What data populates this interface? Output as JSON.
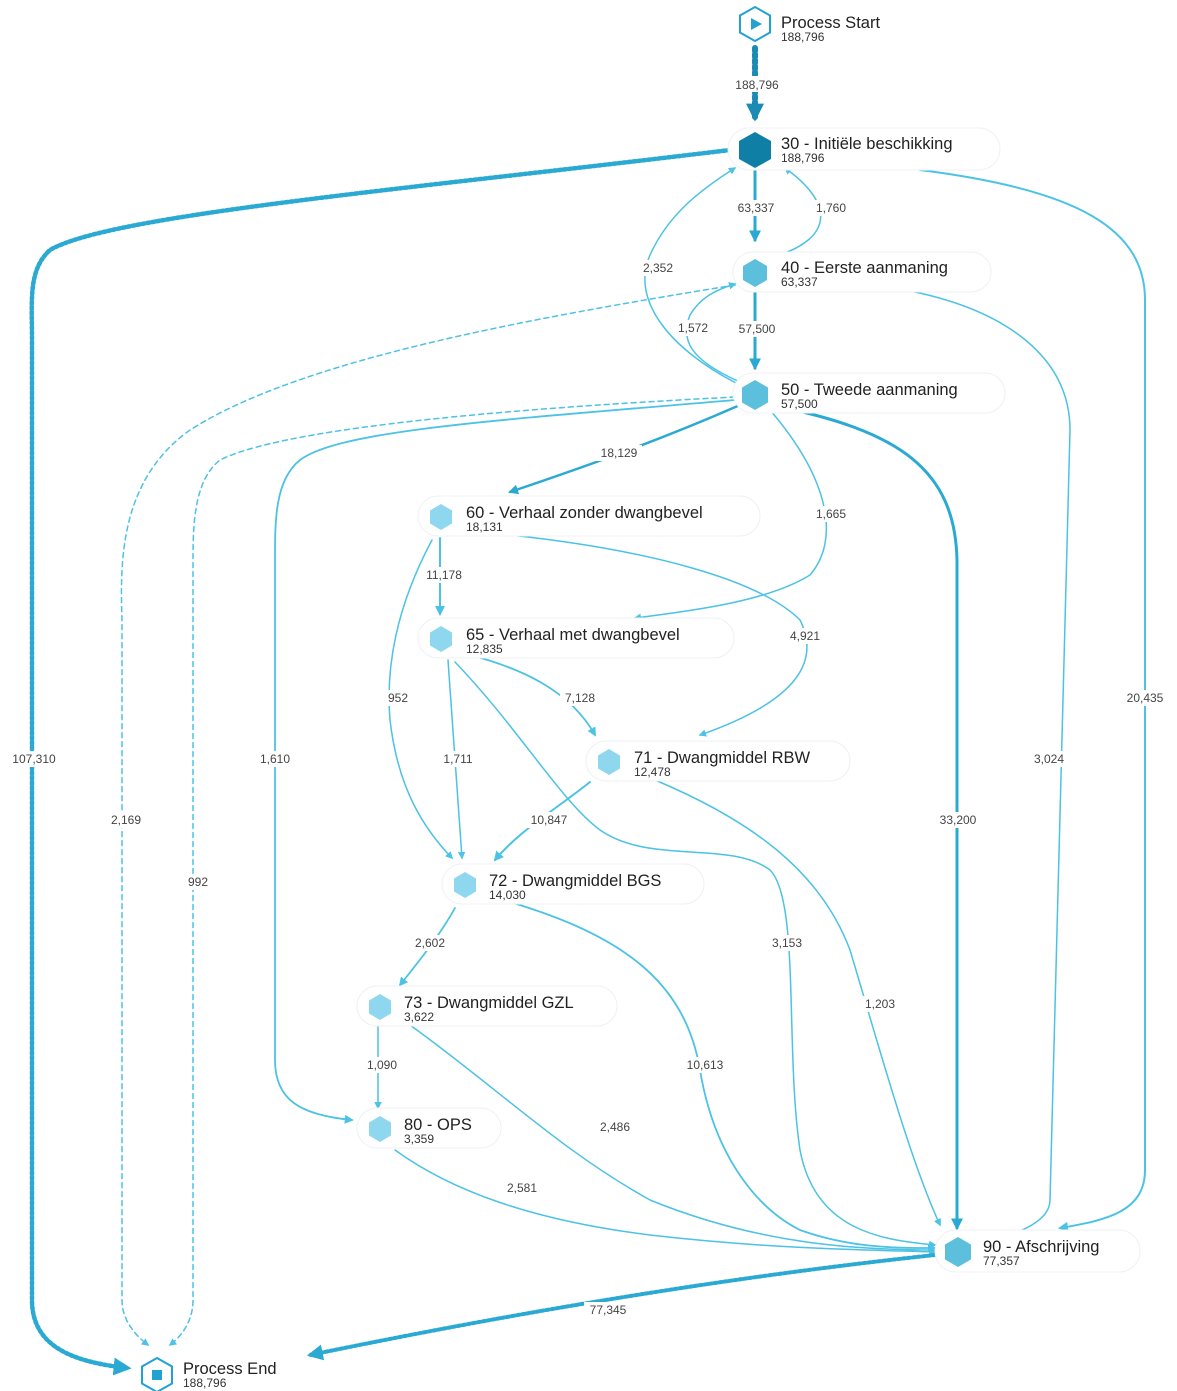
{
  "diagram_type": "process-map",
  "colors": {
    "edge": "#4cc2e4",
    "edge_strong": "#2aa9d3",
    "edge_start": "#1b8ab4",
    "node_dark": "#0f7fa6",
    "node_mid": "#5cc0dc",
    "node_light": "#8fd7ee",
    "endpoint": "#22a2d0"
  },
  "nodes": {
    "start": {
      "label": "Process Start",
      "count": "188,796",
      "icon": "play-icon"
    },
    "n30": {
      "label": "30 - Initiële beschikking",
      "count": "188,796"
    },
    "n40": {
      "label": "40 - Eerste aanmaning",
      "count": "63,337"
    },
    "n50": {
      "label": "50 - Tweede aanmaning",
      "count": "57,500"
    },
    "n60": {
      "label": "60 - Verhaal zonder dwangbevel",
      "count": "18,131"
    },
    "n65": {
      "label": "65 - Verhaal met dwangbevel",
      "count": "12,835"
    },
    "n71": {
      "label": "71 - Dwangmiddel RBW",
      "count": "12,478"
    },
    "n72": {
      "label": "72 - Dwangmiddel BGS",
      "count": "14,030"
    },
    "n73": {
      "label": "73 - Dwangmiddel GZL",
      "count": "3,622"
    },
    "n80": {
      "label": "80 - OPS",
      "count": "3,359"
    },
    "n90": {
      "label": "90 - Afschrijving",
      "count": "77,357"
    },
    "end": {
      "label": "Process End",
      "count": "188,796",
      "icon": "stop-icon"
    }
  },
  "edges": {
    "start_30": "188,796",
    "e30_40": "63,337",
    "e40_30": "1,760",
    "e50_30": "2,352",
    "e50_40": "1,572",
    "e40_50": "57,500",
    "e50_60": "18,129",
    "e50_65": "1,665",
    "e60_65": "11,178",
    "e60_71": "4,921",
    "e60_72": "952",
    "e65_71": "7,128",
    "e65_72": "1,711",
    "e71_72": "10,847",
    "e65_90": "3,153",
    "e71_90": "1,203",
    "e50_80": "1,610",
    "e50_90": "33,200",
    "e40_90": "3,024",
    "e30_90": "20,435",
    "e30_end": "107,310",
    "e40_end": "2,169",
    "e50_end": "992",
    "e72_73": "2,602",
    "e72_90": "10,613",
    "e73_80": "1,090",
    "e73_90": "2,486",
    "e80_90": "2,581",
    "e90_end": "77,345"
  }
}
